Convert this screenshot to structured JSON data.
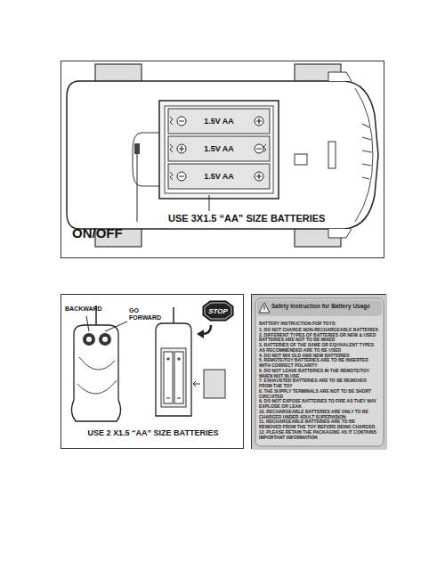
{
  "diagram": {
    "nodes": [
      {
        "text": [
          "ON/OFF",
          "USE 3X1.5 “AA” SIZE BATTERIES"
        ]
      },
      {
        "text": [
          "1.5V AA"
        ],
        "in": 0
      },
      {
        "text": [
          "1.5V AA"
        ],
        "in": 0
      },
      {
        "text": [
          "1.5V AA"
        ],
        "in": 0
      },
      {
        "text": [
          "BACKWARD",
          "GO FORWARD",
          "USE 2 X1.5 “AA” SIZE BATTERIES"
        ]
      },
      {
        "text": [
          "STOP"
        ],
        "in": 4
      },
      {
        "text": [
          "Safety Instruction for Battery Usage",
          "BATTERY INSTRUCTION FOR TOYS:",
          "1. DO NOT CHARGE NON-RECHARGEABLE BATTERIES",
          "2. DIFFERENT TYPES OF BATTERIES OR NEW & USED BATTERIES ARE NOT TO BE MIXED",
          "3. BATTERIES OF THE SAME OR EQUIVALENT TYPES AS RECOMMENDED ARE TO BE USED",
          "4. DO NOT MIX OLD AND NEW BATTERIES",
          "5. REMOTE/TOY BATTERIES ARE TO BE INSERTED WITH CORRECT POLARITY",
          "6. DO NOT LEAVE BATTERIES IN THE REMOTE/TOY WHEN NOT IN USE",
          "7. EXHAUSTED BATTERIES ARE TO BE REMOVED FROM THE TOY",
          "8. THE SUPPLY TERMINALS ARE NOT TO BE SHORT CIRCUITED",
          "9. DO NOT EXPOSE BATTERIES TO FIRE AS THEY MAY EXPLODE OR LEAK",
          "10. RECHARGEABLE BATTERIES ARE ONLY TO BE CHARGED UNDER ADULT SUPERVISION",
          "11. RECHARGEABLE BATTERIES ARE TO BE REMOVED FROM THE TOY BEFORE BEING CHARGED",
          "12. PLEASE RETAIN THE PACKAGING AS IT CONTAINS IMPORTANT INFORMATION"
        ]
      }
    ]
  }
}
